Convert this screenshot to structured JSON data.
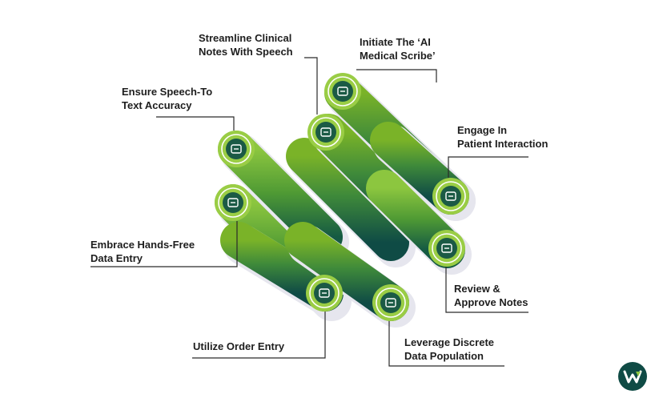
{
  "steps": [
    {
      "id": "ensure",
      "lines": [
        "Ensure Speech-To",
        "Text Accuracy"
      ],
      "icon": "target-gear-icon"
    },
    {
      "id": "streamline",
      "lines": [
        "Streamline Clinical",
        "Notes With Speech"
      ],
      "icon": "speech-process-icon"
    },
    {
      "id": "initiate",
      "lines": [
        "Initiate The ‘AI",
        "Medical Scribe’"
      ],
      "icon": "ai-chip-icon"
    },
    {
      "id": "engage",
      "lines": [
        "Engage In",
        "Patient Interaction"
      ],
      "icon": "hand-network-icon"
    },
    {
      "id": "review",
      "lines": [
        "Review &",
        "Approve Notes"
      ],
      "icon": "rating-card-icon"
    },
    {
      "id": "leverage",
      "lines": [
        "Leverage Discrete",
        "Data Population"
      ],
      "icon": "lightbulb-people-icon"
    },
    {
      "id": "order",
      "lines": [
        "Utilize Order Entry"
      ],
      "icon": "user-cycle-icon"
    },
    {
      "id": "handsfree",
      "lines": [
        "Embrace Hands-Free",
        "Data Entry"
      ],
      "icon": "document-stack-icon"
    }
  ],
  "colors": {
    "pill_light": "#7ab328",
    "pill_mid": "#3f8a3a",
    "pill_dark": "#0f4b45",
    "shadow": "#e6e6ee",
    "connector": "#2a2a2a",
    "text": "#1e1e1e",
    "logo": "#0f4b45",
    "logo_accent": "#8cc63f"
  }
}
